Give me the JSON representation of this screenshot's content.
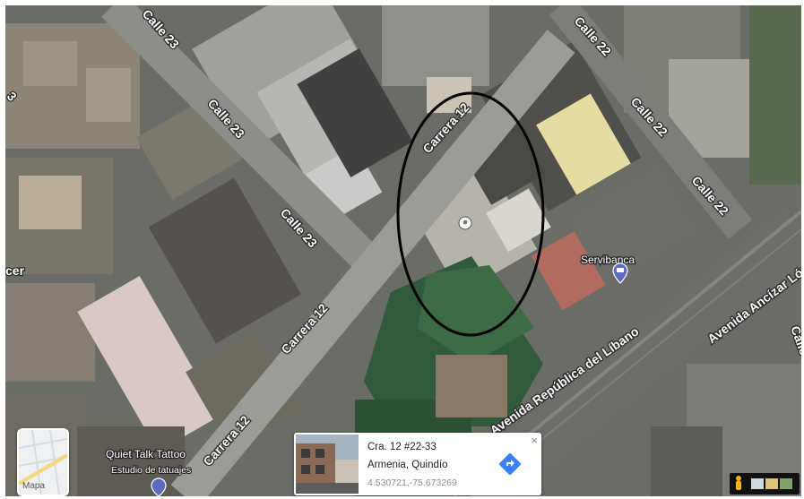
{
  "map": {
    "roads": {
      "calle_23_top": "Calle 23",
      "calle_23_mid": "Calle 23",
      "calle_23_low": "Calle 23",
      "calle_22_top": "Calle 22",
      "calle_22_mid": "Calle 22",
      "calle_22_low": "Calle 22",
      "carrera_12_top": "Carrera 12",
      "carrera_12_mid": "Carrera 12",
      "carrera_12_low": "Carrera 12",
      "avenida_libano": "Avenida República del Líbano",
      "avenida_ancizar": "Avenida Ancízar López",
      "edge_left": "cer",
      "edge_topleft": "3",
      "edge_right": "Calle"
    },
    "pois": {
      "servibanca": "Servibanca",
      "tattoo_name": "Quiet Talk Tattoo",
      "tattoo_sub": "Estudio de tatuajes"
    },
    "colors": {
      "highlight_circle": "#000000",
      "pin": "#ffffff",
      "poi_icon": "#5c6bc0",
      "directions": "#3b82f6"
    }
  },
  "layer_toggle": {
    "label": "Mapa",
    "icon": "map-thumbnail-icon"
  },
  "info_card": {
    "title": "Cra. 12 #22-33",
    "city": "Armenia, Quindío",
    "coords": "4.530721,-75.673269",
    "close": "×",
    "directions_icon": "directions-arrow-icon"
  },
  "controls": {
    "pegman_icon": "pegman-icon",
    "imagery_icons": [
      "imagery-thumb-icon",
      "imagery-thumb-icon",
      "imagery-thumb-icon"
    ]
  }
}
